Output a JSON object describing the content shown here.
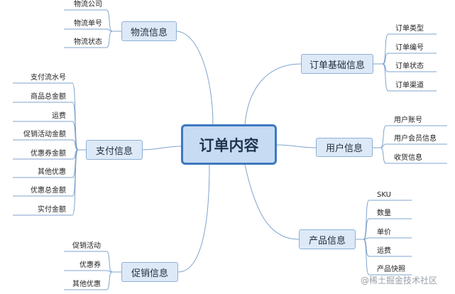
{
  "central": "订单内容",
  "topics": {
    "logistics": {
      "label": "物流信息",
      "items": [
        "物流公司",
        "物流单号",
        "物流状态"
      ]
    },
    "order_basic": {
      "label": "订单基础信息",
      "items": [
        "订单类型",
        "订单编号",
        "订单状态",
        "订单渠道"
      ]
    },
    "payment": {
      "label": "支付信息",
      "items": [
        "支付流水号",
        "商品总金额",
        "运费",
        "促销活动金额",
        "优惠券金额",
        "其他优惠",
        "优惠总金额",
        "实付金额"
      ]
    },
    "user": {
      "label": "用户信息",
      "items": [
        "用户账号",
        "用户会员信息",
        "收货信息"
      ]
    },
    "product": {
      "label": "产品信息",
      "items": [
        "SKU",
        "数量",
        "单价",
        "运费",
        "产品快照"
      ]
    },
    "promotion": {
      "label": "促销信息",
      "items": [
        "促销活动",
        "优惠券",
        "其他优惠"
      ]
    }
  },
  "colors": {
    "connector": "#7fa3cc",
    "central_border": "#3d78c1",
    "node_fill": "#dde9f7"
  },
  "watermark": "@稀土掘金技术社区"
}
